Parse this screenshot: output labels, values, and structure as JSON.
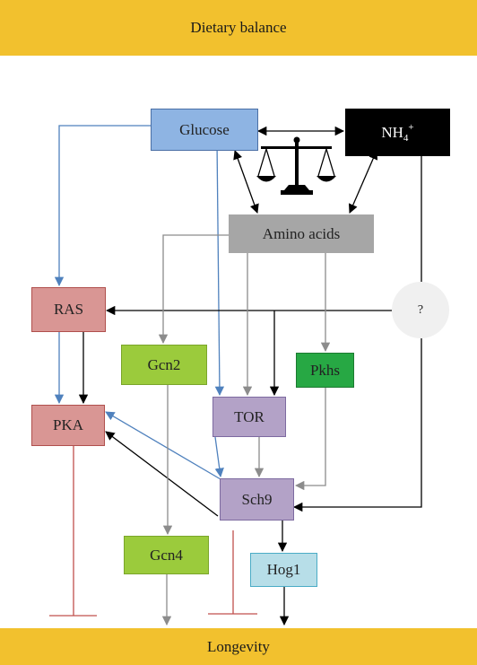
{
  "header": {
    "label": "Dietary balance"
  },
  "footer": {
    "label": "Longevity"
  },
  "nodes": {
    "glucose": {
      "label": "Glucose",
      "color": "#8eb4e3"
    },
    "nh4": {
      "base": "NH",
      "sub": "4",
      "sup": "+",
      "color": "#000000"
    },
    "amino_acids": {
      "label": "Amino acids",
      "color": "#a6a6a6"
    },
    "unknown": {
      "label": "?",
      "color": "#f2f2f2"
    },
    "ras": {
      "label": "RAS",
      "color": "#d99694"
    },
    "pka": {
      "label": "PKA",
      "color": "#d99694"
    },
    "gcn2": {
      "label": "Gcn2",
      "color": "#9bcb3c"
    },
    "tor": {
      "label": "TOR",
      "color": "#b3a2c7"
    },
    "pkhs": {
      "label": "Pkhs",
      "color": "#27a844"
    },
    "sch9": {
      "label": "Sch9",
      "color": "#b3a2c7"
    },
    "gcn4": {
      "label": "Gcn4",
      "color": "#9bcb3c"
    },
    "hog1": {
      "label": "Hog1",
      "color": "#b7dee8"
    }
  },
  "balance_icon": "scales-icon",
  "colors": {
    "band": "#f2c12e",
    "blue_edge": "#4f81bd",
    "black_edge": "#000000",
    "gray_edge": "#8c8c8c",
    "inhibit": "#c0504d"
  }
}
